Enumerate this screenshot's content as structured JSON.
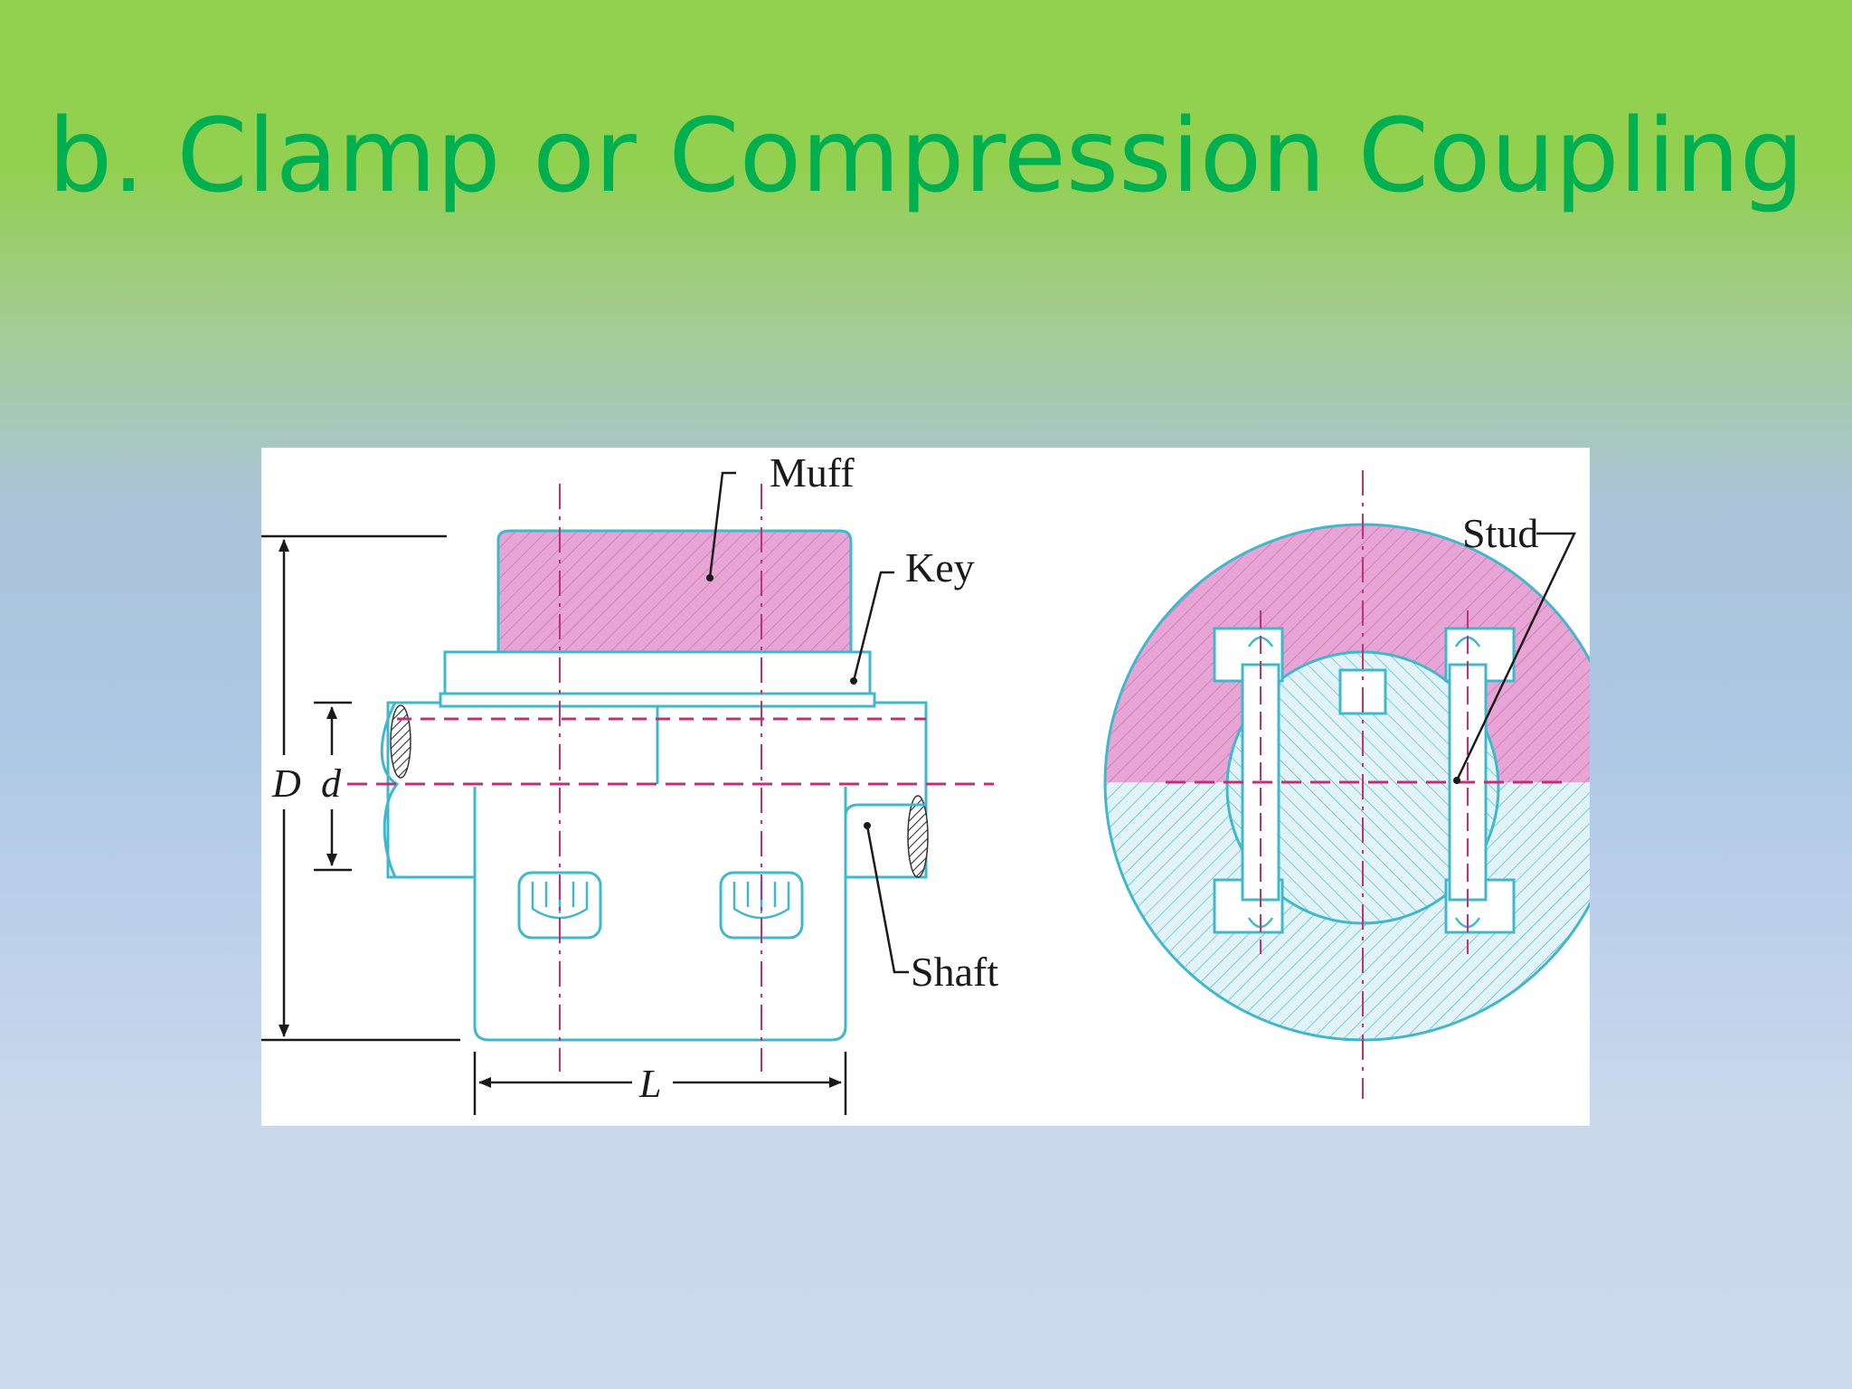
{
  "slide": {
    "title": "b.  Clamp or Compression Coupling"
  },
  "diagram": {
    "labels": {
      "muff": "Muff",
      "key": "Key",
      "shaft": "Shaft",
      "stud": "Stud",
      "outer_diameter": "D",
      "shaft_diameter": "d",
      "length": "L"
    },
    "colors": {
      "outline": "#40b8cc",
      "hatch_upper": "#e7a4d4",
      "centerline": "#c0307a",
      "leader": "#1a1a1a"
    }
  }
}
